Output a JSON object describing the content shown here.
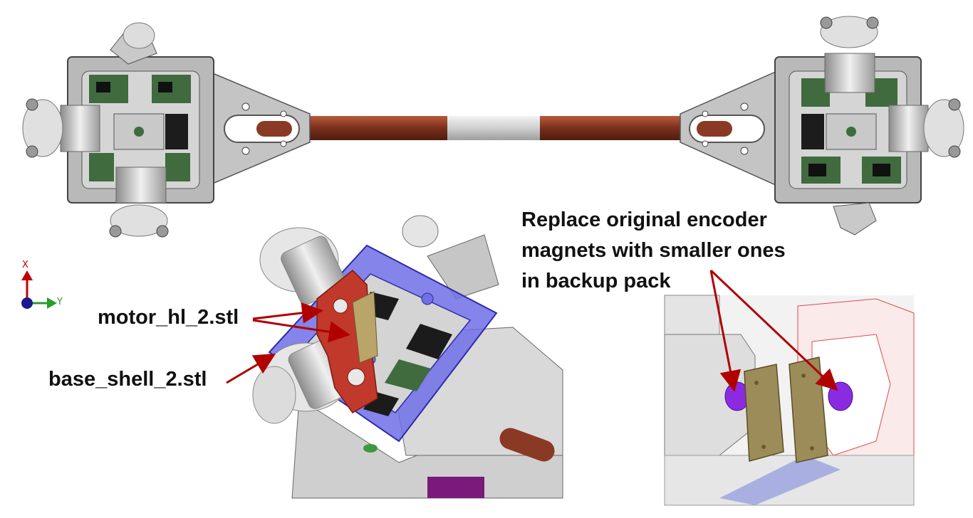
{
  "labels": {
    "motor": "motor_hl_2.stl",
    "base": "base_shell_2.stl",
    "note_line1": "Replace original encoder",
    "note_line2": "magnets with smaller ones",
    "note_line3": "in backup pack"
  },
  "axes": {
    "x": "X",
    "y": "Y"
  },
  "colors": {
    "callout_line": "#b00000",
    "frame_gray": "#b9b9b9",
    "rod_copper": "#8a3a24",
    "shell_blue": "#6f6fe6",
    "motor_red": "#c0392b",
    "magnet_purple": "#8a2be2",
    "encoder_board": "#9b8c5a",
    "pcb_green": "#3f6b3f"
  },
  "icons": [
    "axis-triad-icon"
  ]
}
